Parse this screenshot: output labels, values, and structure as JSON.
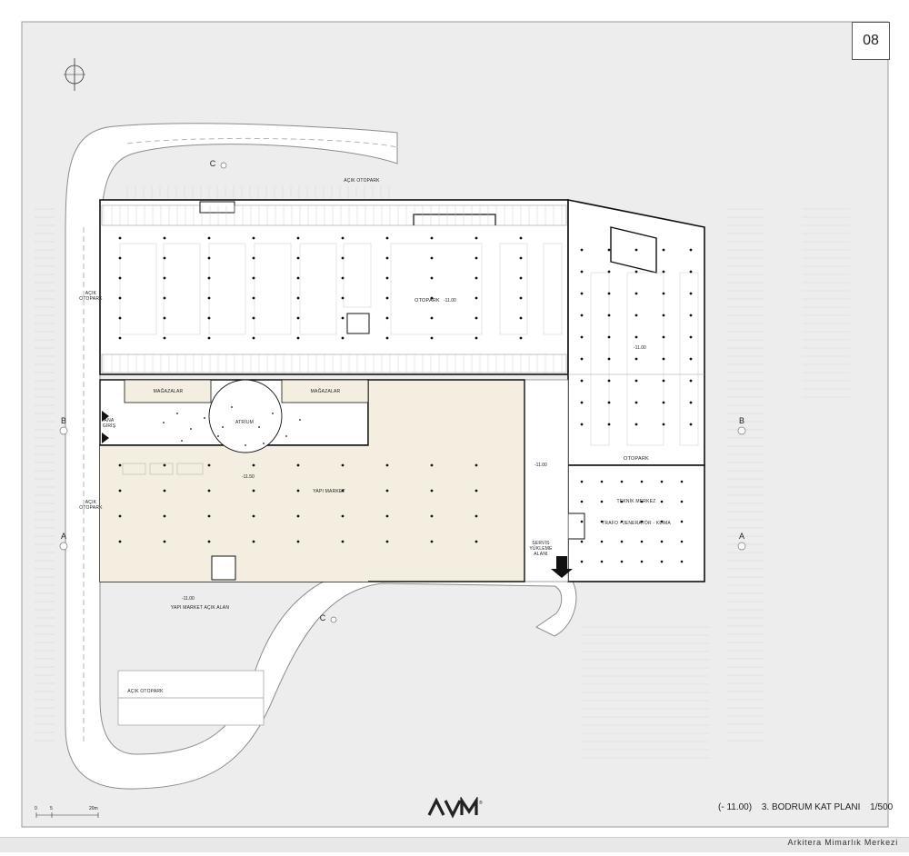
{
  "sheet": {
    "number": "08"
  },
  "title_block": {
    "level": "(- 11.00)",
    "title": "3. BODRUM KAT PLANI",
    "scale": "1/500"
  },
  "logo": {
    "text": "AVM",
    "mark": "®"
  },
  "footer": {
    "credit": "Arkitera Mimarlık Merkezi"
  },
  "scale_bar": {
    "ticks": [
      "0",
      "5",
      "20m"
    ]
  },
  "section_markers": {
    "a": "A",
    "b": "B",
    "c": "C"
  },
  "labels": {
    "acik_otopark": "AÇIK OTOPARK",
    "otopark": "OTOPARK",
    "otopark_level": "-11.00",
    "magazalar": "MAĞAZALAR",
    "atrium": "ATRİUM",
    "yapi_market": "YAPI MARKET",
    "ana_giris": "ANA GİRİŞ",
    "yapi_market_acik_alan": "YAPI MARKET AÇIK ALAN",
    "servis_yukleme": "SERVİS YÜKLEME ALANI",
    "teknik_merkez": "TEKNİK MERKEZ",
    "trafo": "TRAFO - JENERATÖR - KLİMA",
    "level_1150": "-11.50",
    "level_1100": "-11.00"
  },
  "colors": {
    "background": "#ededed",
    "building_fill": "#ffffff",
    "market_fill": "#f3eee0",
    "wall": "#111111",
    "road": "#ffffff"
  }
}
